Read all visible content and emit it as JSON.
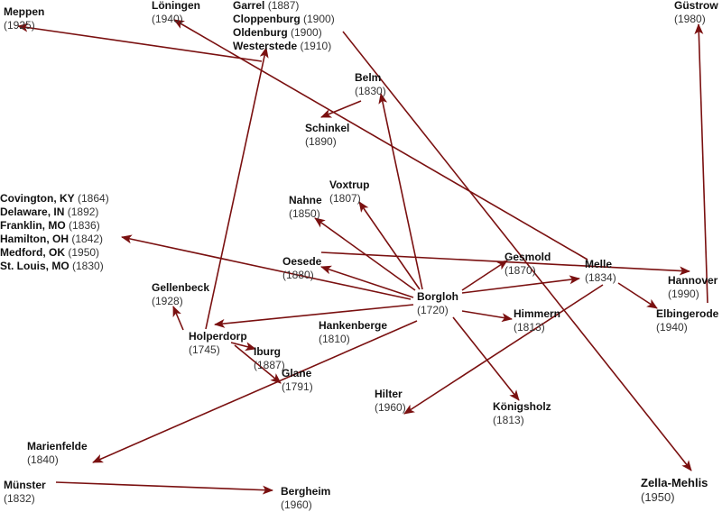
{
  "theme": {
    "arrow_color": "#7a1010",
    "text_color": "#222222"
  },
  "nodes": {
    "meppen": {
      "name": "Meppen",
      "year": "(1925)"
    },
    "loningen": {
      "name": "Löningen",
      "year": "(1940)"
    },
    "garrel_group": {
      "lines": [
        {
          "name": "Garrel",
          "year": "(1887)"
        },
        {
          "name": "Cloppenburg",
          "year": "(1900)"
        },
        {
          "name": "Oldenburg",
          "year": "(1900)"
        },
        {
          "name": "Westerstede",
          "year": "(1910)"
        }
      ]
    },
    "gustrow": {
      "name": "Güstrow",
      "year": "(1980)"
    },
    "belm": {
      "name": "Belm",
      "year": "(1830)"
    },
    "schinkel": {
      "name": "Schinkel",
      "year": "(1890)"
    },
    "voxtrup": {
      "name": "Voxtrup",
      "year": "(1807)"
    },
    "nahne": {
      "name": "Nahne",
      "year": "(1850)"
    },
    "usa_group": {
      "lines": [
        {
          "name": "Covington, KY",
          "year": "(1864)"
        },
        {
          "name": "Delaware, IN",
          "year": "(1892)"
        },
        {
          "name": "Franklin, MO",
          "year": "(1836)"
        },
        {
          "name": "Hamilton, OH",
          "year": "(1842)"
        },
        {
          "name": "Medford, OK",
          "year": "(1950)"
        },
        {
          "name": "St. Louis, MO",
          "year": "(1830)"
        }
      ]
    },
    "oesede": {
      "name": "Oesede",
      "year": "(1880)"
    },
    "gesmold": {
      "name": "Gesmold",
      "year": "(1870)"
    },
    "melle": {
      "name": "Melle",
      "year": "(1834)"
    },
    "hannover": {
      "name": "Hannover",
      "year": "(1990)"
    },
    "gellenbeck": {
      "name": "Gellenbeck",
      "year": "(1928)"
    },
    "borgloh": {
      "name": "Borgloh",
      "year": "(1720)"
    },
    "elbingerode": {
      "name": "Elbingerode",
      "year": "(1940)"
    },
    "hankenberge": {
      "name": "Hankenberge",
      "year": "(1810)"
    },
    "himmern": {
      "name": "Himmern",
      "year": "(1813)"
    },
    "holperdorp": {
      "name": "Holperdorp",
      "year": "(1745)"
    },
    "iburg": {
      "name": "Iburg",
      "year": "(1887)"
    },
    "glane": {
      "name": "Glane",
      "year": "(1791)"
    },
    "hilter": {
      "name": "Hilter",
      "year": "(1960)"
    },
    "konigsholz": {
      "name": "Königsholz",
      "year": "(1813)"
    },
    "marienfelde": {
      "name": "Marienfelde",
      "year": "(1840)"
    },
    "zella": {
      "name": "Zella-Mehlis",
      "year": "(1950)"
    },
    "munster": {
      "name": "Münster",
      "year": "(1832)"
    },
    "bergheim": {
      "name": "Bergheim",
      "year": "(1960)"
    }
  },
  "edges": [
    {
      "from": "westerstede_line",
      "to": "meppen"
    },
    {
      "from": "melle",
      "to": "loningen"
    },
    {
      "from": "holperdorp",
      "to": "garrel_group"
    },
    {
      "from": "cloppenburg_line",
      "to": "zella"
    },
    {
      "from": "elbingerode",
      "to": "gustrow"
    },
    {
      "from": "belm",
      "to": "schinkel"
    },
    {
      "from": "borgloh",
      "to": "belm"
    },
    {
      "from": "borgloh",
      "to": "voxtrup"
    },
    {
      "from": "borgloh",
      "to": "nahne"
    },
    {
      "from": "borgloh",
      "to": "usa_group"
    },
    {
      "from": "borgloh",
      "to": "oesede"
    },
    {
      "from": "borgloh",
      "to": "gesmold"
    },
    {
      "from": "borgloh",
      "to": "melle"
    },
    {
      "from": "oesede",
      "to": "hannover"
    },
    {
      "from": "melle",
      "to": "elbingerode"
    },
    {
      "from": "melle",
      "to": "hilter"
    },
    {
      "from": "holperdorp",
      "to": "gellenbeck"
    },
    {
      "from": "borgloh",
      "to": "holperdorp"
    },
    {
      "from": "borgloh",
      "to": "himmern"
    },
    {
      "from": "borgloh",
      "to": "konigsholz"
    },
    {
      "from": "holperdorp",
      "to": "iburg"
    },
    {
      "from": "holperdorp",
      "to": "glane"
    },
    {
      "from": "borgloh",
      "to": "marienfelde"
    },
    {
      "from": "munster",
      "to": "bergheim"
    }
  ]
}
